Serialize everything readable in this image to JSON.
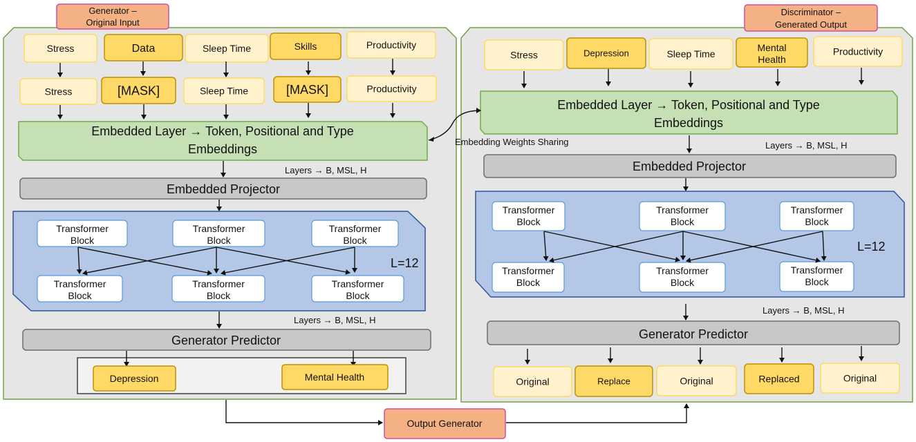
{
  "generator": {
    "title_line1": "Generator –",
    "title_line2": "Original Input",
    "input_tokens": [
      {
        "label": "Stress",
        "style": "light"
      },
      {
        "label": "Data",
        "style": "dark"
      },
      {
        "label": "Sleep Time",
        "style": "light"
      },
      {
        "label": "Skills",
        "style": "dark"
      },
      {
        "label": "Productivity",
        "style": "light"
      }
    ],
    "masked_tokens": [
      {
        "label": "Stress",
        "style": "light"
      },
      {
        "label": "[MASK]",
        "style": "dark"
      },
      {
        "label": "Sleep Time",
        "style": "light"
      },
      {
        "label": "[MASK]",
        "style": "dark"
      },
      {
        "label": "Productivity",
        "style": "light"
      }
    ],
    "embedded_layer_line1": "Embedded Layer → Token, Positional and Type",
    "embedded_layer_line2": "Embeddings",
    "layers_note_1": "Layers → B, MSL, H",
    "embedded_projector": "Embedded Projector",
    "transformer_block_line1": "Transformer",
    "transformer_block_line2": "Block",
    "layer_count": "L=12",
    "layers_note_2": "Layers → B, MSL, H",
    "predictor": "Generator Predictor",
    "outputs": [
      "Depression",
      "Mental Health"
    ]
  },
  "discriminator": {
    "title_line1": "Discriminator –",
    "title_line2": "Generated Output",
    "input_tokens": [
      {
        "label": "Stress",
        "style": "light"
      },
      {
        "label": "Depression",
        "style": "dark"
      },
      {
        "label": "Sleep Time",
        "style": "light"
      },
      {
        "label": "Mental Health",
        "style": "dark"
      },
      {
        "label": "Productivity",
        "style": "light"
      }
    ],
    "embedded_layer_line1": "Embedded Layer → Token, Positional and Type",
    "embedded_layer_line2": "Embeddings",
    "layers_note_1": "Layers → B, MSL, H",
    "embedded_projector": "Embedded Projector",
    "transformer_block_line1": "Transformer",
    "transformer_block_line2": "Block",
    "layer_count": "L=12",
    "layers_note_2": "Layers → B, MSL, H",
    "predictor": "Generator Predictor",
    "outputs": [
      {
        "label": "Original",
        "style": "light"
      },
      {
        "label": "Replace",
        "style": "dark"
      },
      {
        "label": "Original",
        "style": "light"
      },
      {
        "label": "Replaced",
        "style": "dark"
      },
      {
        "label": "Original",
        "style": "light"
      }
    ]
  },
  "shared": {
    "embedding_sharing_label": "Embedding Weights Sharing",
    "output_generator_label": "Output Generator"
  }
}
